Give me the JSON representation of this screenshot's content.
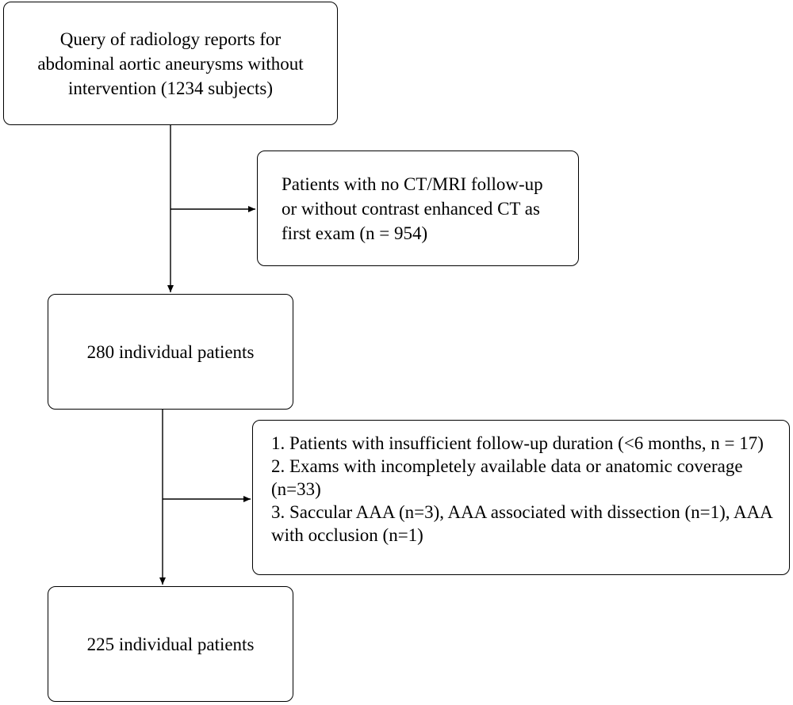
{
  "nodes": {
    "query": {
      "text": "Query of radiology reports for abdominal aortic aneurysms without intervention (1234 subjects)"
    },
    "excluded_first": {
      "text": "Patients with no CT/MRI follow-up or without contrast enhanced CT as first exam (n = 954)"
    },
    "patients_280": {
      "text": "280 individual patients"
    },
    "excluded_second": {
      "items": [
        "1. Patients with insufficient follow-up duration (<6 months, n = 17)",
        "2. Exams with incompletely available data or anatomic coverage (n=33)",
        "3. Saccular AAA (n=3), AAA associated with dissection (n=1), AAA with occlusion (n=1)"
      ]
    },
    "patients_225": {
      "text": "225 individual patients"
    }
  },
  "edges": [
    {
      "from": "query",
      "to": "patients_280",
      "type": "arrow"
    },
    {
      "from": "query",
      "to": "excluded_first",
      "type": "branch-arrow"
    },
    {
      "from": "patients_280",
      "to": "patients_225",
      "type": "arrow"
    },
    {
      "from": "patients_280",
      "to": "excluded_second",
      "type": "branch-arrow"
    }
  ],
  "colors": {
    "stroke": "#000000",
    "background": "#ffffff"
  }
}
